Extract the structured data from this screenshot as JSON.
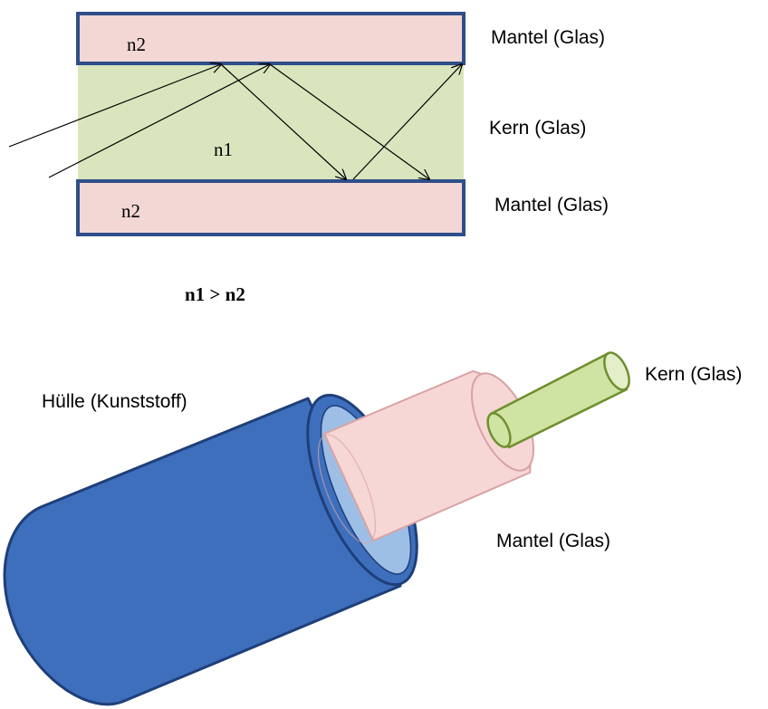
{
  "top_diagram": {
    "cladding_top_label": "n2",
    "core_label": "n1",
    "cladding_bottom_label": "n2",
    "relation_label": "n1 > n2",
    "side_labels": {
      "cladding_top": "Mantel (Glas)",
      "core": "Kern (Glas)",
      "cladding_bottom": "Mantel (Glas)"
    }
  },
  "bottom_diagram": {
    "jacket_label": "Hülle (Kunststoff)",
    "core_label": "Kern (Glas)",
    "cladding_label": "Mantel (Glas)"
  },
  "colors": {
    "cladding_fill": "#f2d7d5",
    "core_fill": "#d9e6bd",
    "border": "#2f4f8a",
    "jacket_fill": "#3d6fbd",
    "jacket_stroke": "#1f3f78",
    "jacket_inner": "#9dbfe6",
    "sleeve_fill": "#f7d6d6",
    "sleeve_stroke": "#d8a3a3",
    "core_rod_fill": "#cfe3a3",
    "core_rod_stroke": "#6f8f2f",
    "ray": "#000000"
  }
}
